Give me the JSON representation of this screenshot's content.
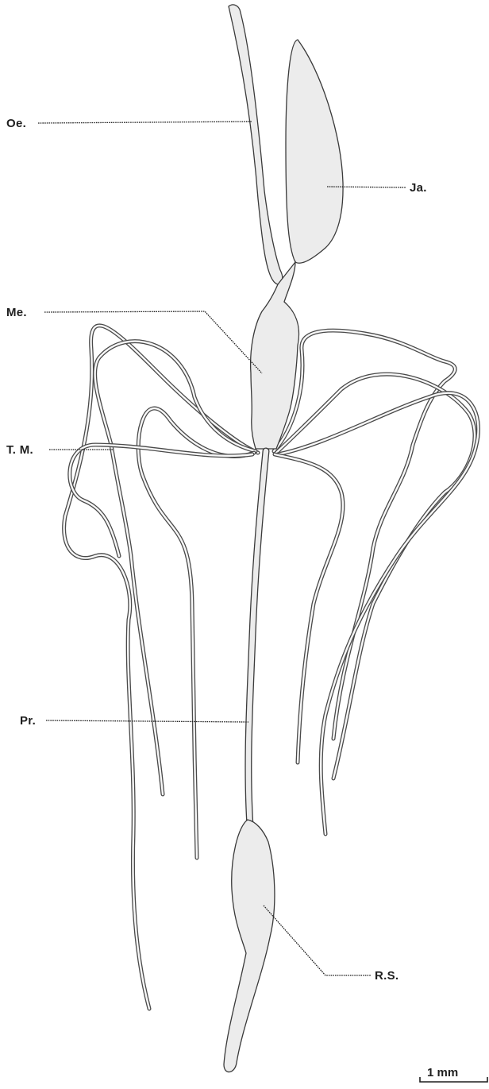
{
  "figure": {
    "labels": {
      "oesophagus": "Oe.",
      "jaw": "Ja.",
      "mesenteron": "Me.",
      "tubules": "T. M.",
      "proctodeum": "Pr.",
      "rectal_sac": "R.S."
    },
    "scale_bar": {
      "label": "1 mm"
    },
    "colors": {
      "ink": "#1f1f1f",
      "organ_fill": "#ececec",
      "stipple": "#8a8a8a"
    }
  }
}
